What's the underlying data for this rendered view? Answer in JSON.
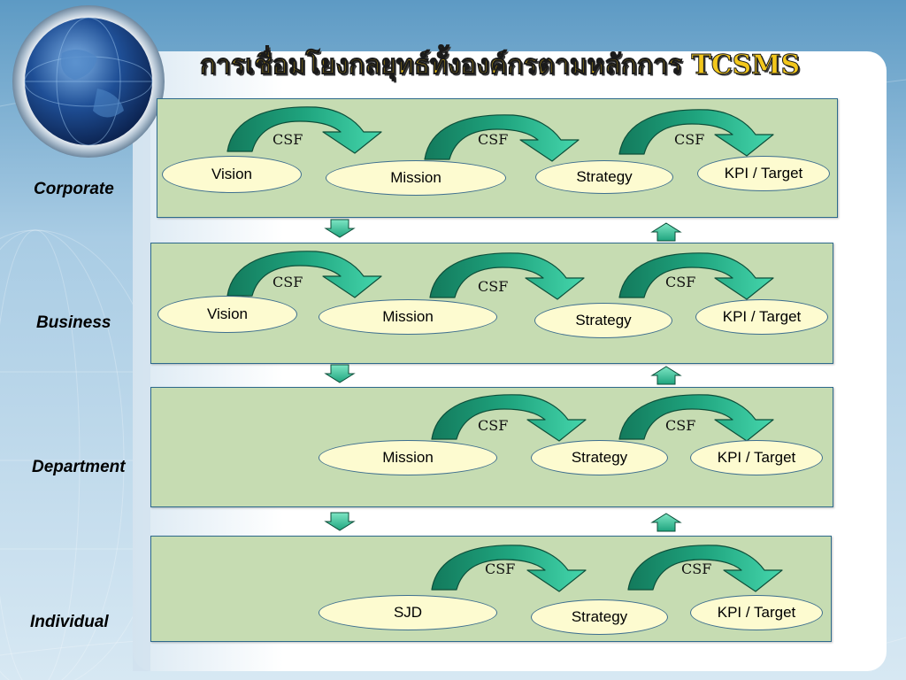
{
  "slide": {
    "title": "การเชื่อมโยงกลยุทธ์ทั้งองค์กรตามหลักการ TCSMS",
    "colors": {
      "panel": "#c6dcb2",
      "pill": "#fdfbd0",
      "arrow_light": "#38c9a0",
      "arrow_dark": "#137a5c",
      "title": "#f2c71c"
    }
  },
  "levels": [
    {
      "label": "Corporate",
      "nodes": [
        "Vision",
        "Mission",
        "Strategy",
        "KPI / Target"
      ],
      "csf": [
        "CSF",
        "CSF",
        "CSF"
      ]
    },
    {
      "label": "Business",
      "nodes": [
        "Vision",
        "Mission",
        "Strategy",
        "KPI / Target"
      ],
      "csf": [
        "CSF",
        "CSF",
        "CSF"
      ]
    },
    {
      "label": "Department",
      "nodes": [
        "Mission",
        "Strategy",
        "KPI / Target"
      ],
      "csf": [
        "CSF",
        "CSF"
      ]
    },
    {
      "label": "Individual",
      "nodes": [
        "SJD",
        "Strategy",
        "KPI / Target"
      ],
      "csf": [
        "CSF",
        "CSF"
      ]
    }
  ],
  "flow_arrows": {
    "left": "down",
    "right": "up"
  },
  "icons": [
    "globe-icon",
    "curved-arrow-icon",
    "down-arrow-icon",
    "up-arrow-icon"
  ]
}
